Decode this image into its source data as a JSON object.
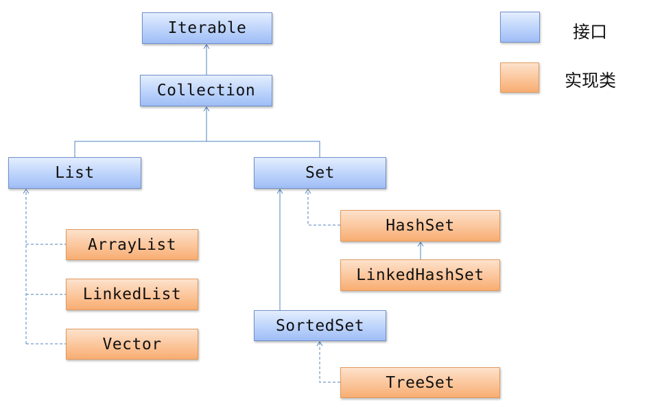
{
  "diagram": {
    "nodes": {
      "iterable": {
        "label": "Iterable",
        "kind": "interface"
      },
      "collection": {
        "label": "Collection",
        "kind": "interface"
      },
      "list": {
        "label": "List",
        "kind": "interface"
      },
      "set": {
        "label": "Set",
        "kind": "interface"
      },
      "sortedset": {
        "label": "SortedSet",
        "kind": "interface"
      },
      "arraylist": {
        "label": "ArrayList",
        "kind": "implementation"
      },
      "linkedlist": {
        "label": "LinkedList",
        "kind": "implementation"
      },
      "vector": {
        "label": "Vector",
        "kind": "implementation"
      },
      "hashset": {
        "label": "HashSet",
        "kind": "implementation"
      },
      "linkedhashset": {
        "label": "LinkedHashSet",
        "kind": "implementation"
      },
      "treeset": {
        "label": "TreeSet",
        "kind": "implementation"
      }
    },
    "edges": [
      {
        "from": "collection",
        "to": "iterable",
        "style": "solid"
      },
      {
        "from": "list",
        "to": "collection",
        "style": "solid"
      },
      {
        "from": "set",
        "to": "collection",
        "style": "solid"
      },
      {
        "from": "sortedset",
        "to": "set",
        "style": "solid"
      },
      {
        "from": "linkedhashset",
        "to": "hashset",
        "style": "solid"
      },
      {
        "from": "arraylist",
        "to": "list",
        "style": "dashed"
      },
      {
        "from": "linkedlist",
        "to": "list",
        "style": "dashed"
      },
      {
        "from": "vector",
        "to": "list",
        "style": "dashed"
      },
      {
        "from": "hashset",
        "to": "set",
        "style": "dashed"
      },
      {
        "from": "treeset",
        "to": "sortedset",
        "style": "dashed"
      }
    ]
  },
  "legend": {
    "interface_label": "接口",
    "implementation_label": "实现类"
  },
  "colors": {
    "interface_fill": "#bcd3fb",
    "implementation_fill": "#fbc59a",
    "connector": "#4f81bd"
  }
}
